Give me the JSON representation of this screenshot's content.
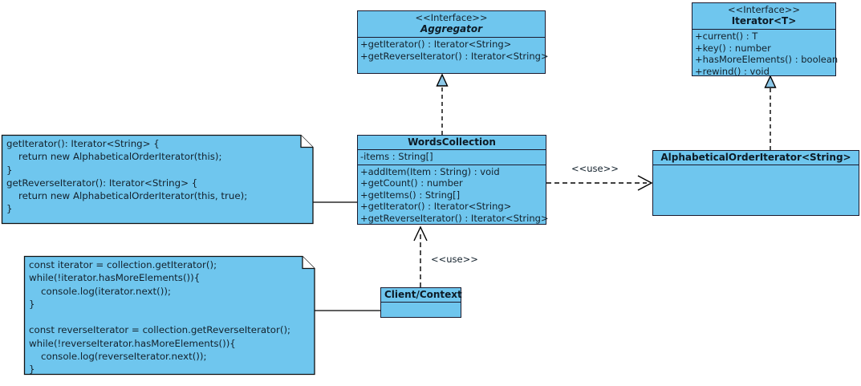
{
  "diagram": {
    "title": "Iterator Pattern UML Class Diagram",
    "colors": {
      "class_fill": "#6FC6EE",
      "border": "#1a1a2e",
      "line": "#000000",
      "background": "#ffffff"
    },
    "classes": [
      {
        "id": "aggregator",
        "stereotype": "<<Interface>>",
        "name": "Aggregator",
        "italic": true,
        "attributes": [],
        "methods": [
          "+getIterator() : Iterator<String>",
          "+getReverseIterator() : Iterator<String>"
        ]
      },
      {
        "id": "iterator",
        "stereotype": "<<Interface>>",
        "name": "Iterator<T>",
        "italic": false,
        "attributes": [],
        "methods": [
          "+current() : T",
          "+key() : number",
          "+hasMoreElements() : boolean",
          "+rewind() : void"
        ]
      },
      {
        "id": "words-collection",
        "stereotype": "",
        "name": "WordsCollection",
        "italic": false,
        "attributes": [
          "-items : String[]"
        ],
        "methods": [
          "+addItem(Item : String) : void",
          "+getCount() : number",
          "+getItems() : String[]",
          "+getIterator() : Iterator<String>",
          "+getReverseIterator() : Iterator<String>"
        ]
      },
      {
        "id": "alphabetical-order-iterator",
        "stereotype": "",
        "name": "AlphabeticalOrderIterator<String>",
        "italic": false,
        "attributes": [],
        "methods": []
      },
      {
        "id": "client-context",
        "stereotype": "",
        "name": "Client/Context",
        "italic": false,
        "attributes": [],
        "methods": []
      }
    ],
    "notes": [
      {
        "id": "note-words-collection",
        "text": "getIterator(): Iterator<String> {\n    return new AlphabeticalOrderIterator(this);\n}\ngetReverseIterator(): Iterator<String> {\n    return new AlphabeticalOrderIterator(this, true);\n}"
      },
      {
        "id": "note-client-context",
        "text": "const iterator = collection.getIterator();\nwhile(!iterator.hasMoreElements()){\n    console.log(iterator.next());\n}\n\nconst reverseIterator = collection.getReverseIterator();\nwhile(!reverseIterator.hasMoreElements()){\n    console.log(reverseIterator.next());\n}"
      }
    ],
    "relationships": [
      {
        "id": "rel-wordscollection-aggregator",
        "type": "realization",
        "from": "WordsCollection",
        "to": "Aggregator",
        "label": ""
      },
      {
        "id": "rel-alphabeticaliterator-iterator",
        "type": "realization",
        "from": "AlphabeticalOrderIterator<String>",
        "to": "Iterator<T>",
        "label": ""
      },
      {
        "id": "rel-wordscollection-uses-iterator",
        "type": "dependency",
        "from": "WordsCollection",
        "to": "AlphabeticalOrderIterator<String>",
        "label": "<<use>>"
      },
      {
        "id": "rel-client-uses-wordscollection",
        "type": "dependency",
        "from": "Client/Context",
        "to": "WordsCollection",
        "label": "<<use>>"
      }
    ],
    "labels": {
      "use_right": "<<use>>",
      "use_bottom": "<<use>>"
    }
  }
}
